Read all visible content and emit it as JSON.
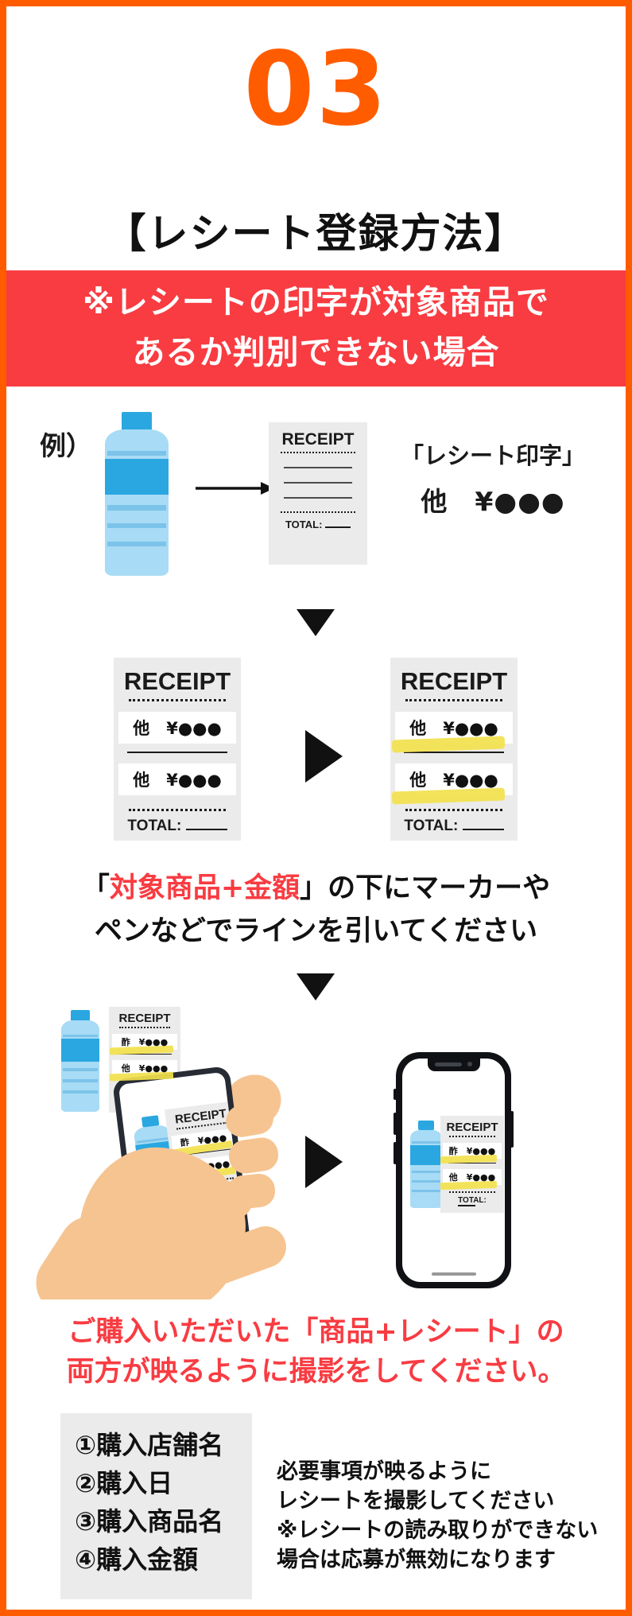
{
  "step": {
    "number": "03"
  },
  "title": "【レシート登録方法】",
  "banner": {
    "line1": "※レシートの印字が対象商品で",
    "line2": "あるか判別できない場合"
  },
  "example": {
    "label": "例）",
    "caption_line1": "「レシート印字」",
    "caption_line2": "他　¥●●●"
  },
  "receipt": {
    "title": "RECEIPT",
    "row_other": "他　¥●●●",
    "row_product": "酢　¥●●●",
    "total_label": "TOTAL:"
  },
  "marker_note": {
    "bracket_open": "「",
    "highlight": "対象商品+金額",
    "bracket_close": "」",
    "line1_rest": "の下にマーカーや",
    "line2": "ペンなどでラインを引いてください"
  },
  "photo_note": {
    "line1": "ご購入いただいた「商品+レシート」の",
    "line2": "両方が映るように撮影をしてください。"
  },
  "checklist": {
    "items": [
      "①購入店舗名",
      "②購入日",
      "③購入商品名",
      "④購入金額"
    ]
  },
  "note": {
    "lines": [
      "必要事項が映るように",
      "レシートを撮影してください",
      "※レシートの読み取りができない",
      "場合は応募が無効になります"
    ]
  },
  "colors": {
    "orange": "#ff5c00",
    "red": "#f83c42",
    "highlighter_yellow": "#f2e14d",
    "bottle_light_blue": "#a8dbf5",
    "bottle_blue": "#2aa7e0",
    "receipt_gray": "#ebebeb",
    "skin": "#f6c491",
    "phone_black": "#101115"
  }
}
